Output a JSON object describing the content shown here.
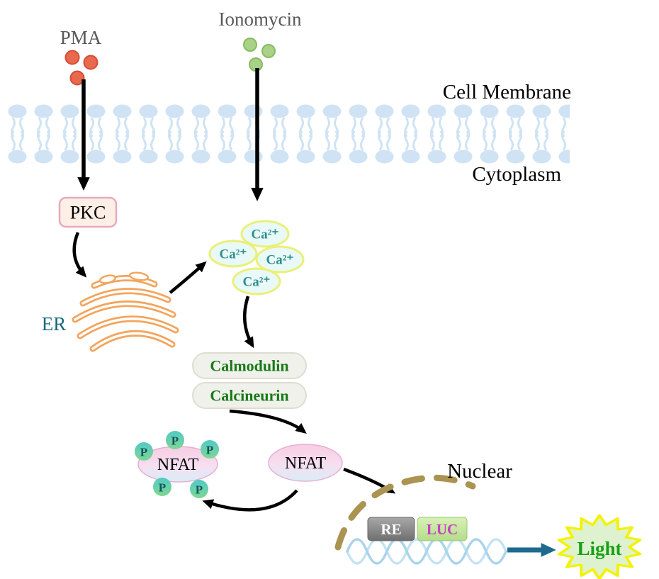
{
  "diagram": {
    "stimuli": {
      "pma": "PMA",
      "ionomycin": "Ionomycin"
    },
    "compartments": {
      "cell_membrane": "Cell Membrane",
      "cytoplasm": "Cytoplasm",
      "er": "ER",
      "nuclear": "Nuclear"
    },
    "nodes": {
      "pkc": "PKC",
      "ca": "Ca²⁺",
      "calmodulin": "Calmodulin",
      "calcineurin": "Calcineurin",
      "nfat": "NFAT",
      "phosphate": "P",
      "re": "RE",
      "luc": "LUC",
      "light": "Light"
    },
    "colors": {
      "membrane": "#cfe3f4",
      "stimulus_text": "#595959",
      "text": "#000000",
      "pma_dot": "#e9694f",
      "pma_dot_border": "#d44e33",
      "ionomycin_dot": "#a9d188",
      "ionomycin_dot_border": "#86bd60",
      "pkc_fill": "#fdeee6",
      "pkc_border": "#e5aabf",
      "er_tube": "#f2a55e",
      "er_label": "#15697c",
      "ca_fill": "#e9f9f8",
      "ca_border": "#eaf077",
      "ca_text": "#2e8f8f",
      "pill_fill": "#f1f1ec",
      "pill_border": "#ddddd2",
      "pill_text": "#177a17",
      "nfat_border": "#e6afd2",
      "phosphate_text": "#14555a",
      "nuclear_membrane": "#ab9352",
      "re_text": "#ffffff",
      "luc_text": "#c63fc6",
      "dna_front": "#a9d4ea",
      "dna_back": "#c4e3f2",
      "arrow": "#000000",
      "signal_arrow": "#1d6a8e",
      "star_fill": "#dff2cf",
      "star_border": "#f2f20a",
      "light_text": "#18a018"
    }
  }
}
